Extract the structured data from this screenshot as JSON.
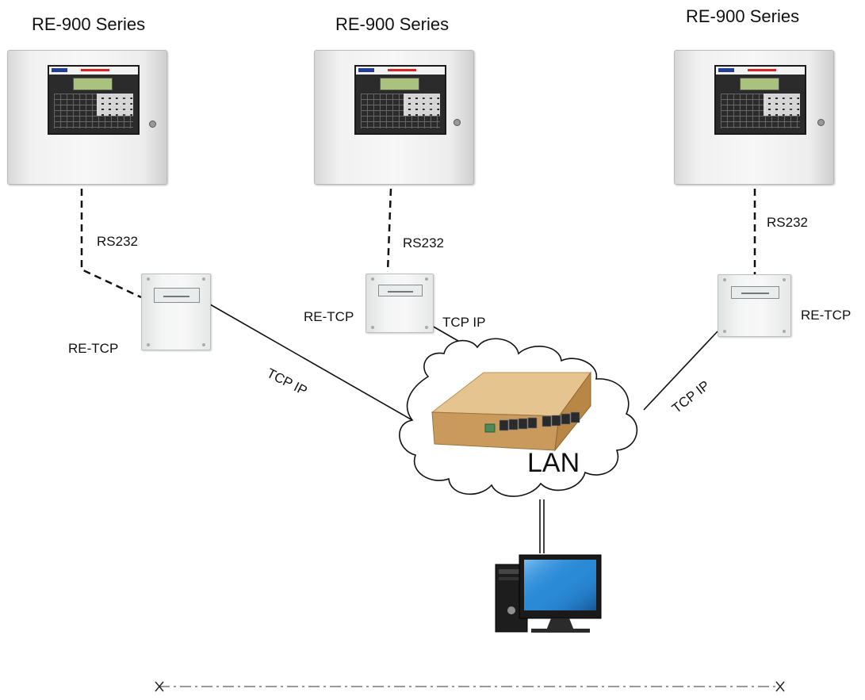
{
  "diagram": {
    "panels": [
      {
        "label": "RE-900 Series"
      },
      {
        "label": "RE-900 Series"
      },
      {
        "label": "RE-900 Series"
      }
    ],
    "links": {
      "rs232": "RS232",
      "tcp_ip": "TCP IP"
    },
    "modules": [
      {
        "label": "RE-TCP"
      },
      {
        "label": "RE-TCP"
      },
      {
        "label": "RE-TCP"
      }
    ],
    "network": {
      "label": "LAN"
    }
  },
  "colors": {
    "line": "#111111",
    "cloud_fill": "#ffffff",
    "switch_body": "#d9b27a",
    "monitor_frame": "#1a1a1a",
    "screen_blue": "#2a8ad6"
  },
  "icons": {
    "panel": "fire-alarm-panel-icon",
    "module": "ethernet-module-icon",
    "switch": "network-switch-icon",
    "computer": "desktop-computer-icon",
    "cloud": "cloud-icon"
  }
}
